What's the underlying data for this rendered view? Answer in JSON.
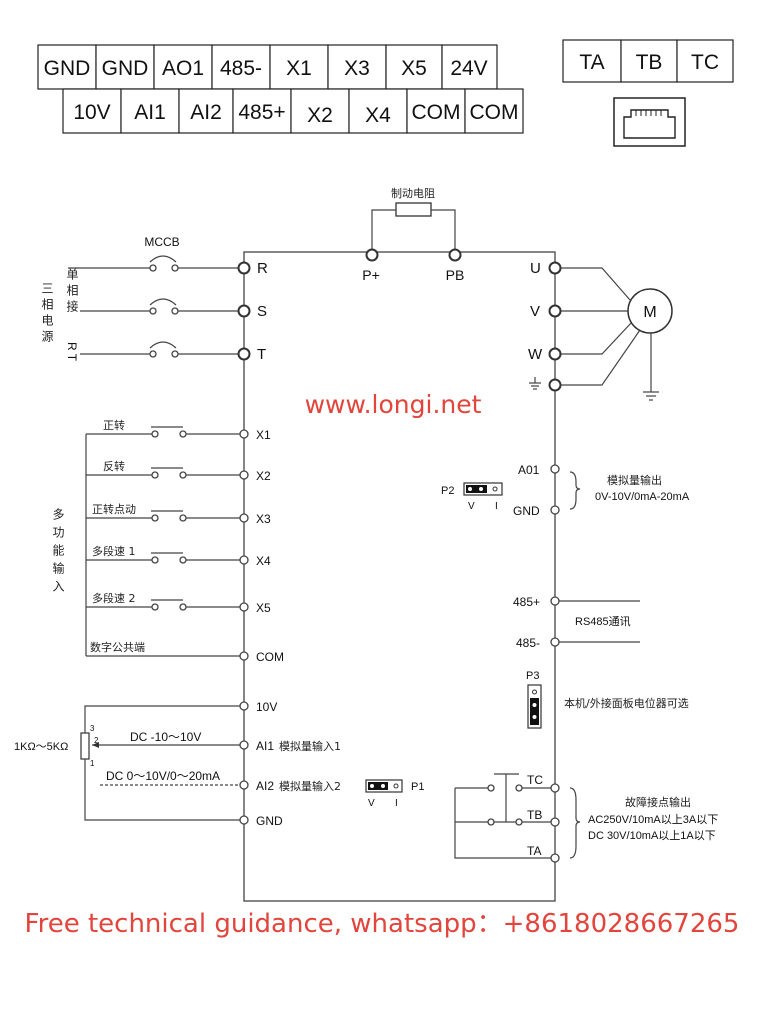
{
  "terminal_block": {
    "top_row": [
      "GND",
      "GND",
      "AO1",
      "485-",
      "X1",
      "X3",
      "X5",
      "24V"
    ],
    "bottom_row": [
      "10V",
      "AI1",
      "AI2",
      "485+",
      "X2",
      "X4",
      "COM",
      "COM"
    ],
    "relay_row": [
      "TA",
      "TB",
      "TC"
    ],
    "rj45_icon": "rj45-port-icon"
  },
  "braking": {
    "label": "制动电阻",
    "p_plus": "P+",
    "pb": "PB"
  },
  "power_input": {
    "mccb": "MCCB",
    "three_phase": "三相电源",
    "single_phase": "单相接",
    "single_phase_rt": "R T",
    "terminals": [
      "R",
      "S",
      "T"
    ]
  },
  "motor": {
    "terminals": [
      "U",
      "V",
      "W"
    ],
    "label": "M",
    "ground_icon": "ground-icon"
  },
  "multi_function": {
    "group_label": "多功能输入",
    "inputs": [
      {
        "name": "正转",
        "terminal": "X1"
      },
      {
        "name": "反转",
        "terminal": "X2"
      },
      {
        "name": "正转点动",
        "terminal": "X3"
      },
      {
        "name": "多段速 1",
        "terminal": "X4"
      },
      {
        "name": "多段速 2",
        "terminal": "X5"
      }
    ],
    "common_label": "数字公共端",
    "common_terminal": "COM"
  },
  "analog_in": {
    "v10": "10V",
    "ai1": "AI1",
    "ai1_label": "模拟量输入1",
    "ai2": "AI2",
    "ai2_label": "模拟量输入2",
    "gnd": "GND",
    "pot": "1KΩ～5KΩ",
    "dc1": "DC -10～10V",
    "dc2": "DC 0～10V/0～20mA",
    "pins": [
      "3",
      "2",
      "1"
    ],
    "jumper": "P1",
    "jumper_v": "V",
    "jumper_i": "I"
  },
  "analog_out": {
    "a01": "A01",
    "gnd": "GND",
    "title": "模拟量输出",
    "range": "0V-10V/0mA-20mA",
    "jumper": "P2",
    "jumper_v": "V",
    "jumper_i": "I"
  },
  "rs485": {
    "plus": "485+",
    "minus": "485-",
    "label": "RS485通讯"
  },
  "p3": {
    "label": "P3",
    "desc": "本机/外接面板电位器可选"
  },
  "relay": {
    "tc": "TC",
    "tb": "TB",
    "ta": "TA",
    "title": "故障接点输出",
    "ac": "AC250V/10mA以上3A以下",
    "dc": "DC 30V/10mA以上1A以下"
  },
  "watermark_url": "www.longi.net",
  "footer": "Free technical guidance, whatsapp：+8618028667265",
  "colors": {
    "watermark": "#e2453b",
    "line": "#444444"
  }
}
